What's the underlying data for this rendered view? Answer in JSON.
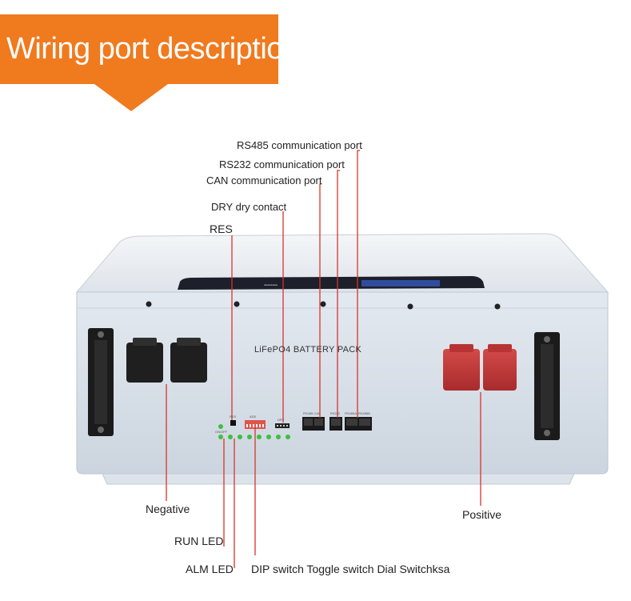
{
  "banner": {
    "title": "Wiring port description",
    "color": "#f07a1e"
  },
  "product": {
    "label": "LiFePO4 BATTERY PACK",
    "panel_labels": {
      "res": "RES",
      "onoff": "ON/OFF",
      "adr": "ADS",
      "dry": "DRY",
      "rs485_can": "RS485 CAN",
      "rs232": "RS232",
      "rs485a": "RS485A",
      "rs485b": "RS485B"
    }
  },
  "callouts": {
    "rs485": "RS485 communication port",
    "rs232": "RS232 communication port",
    "can": "CAN communication port",
    "dry": "DRY dry contact",
    "res": "RES",
    "negative": "Negative",
    "positive": "Positive",
    "run_led": "RUN LED",
    "alm_led": "ALM LED",
    "dip": "DIP switch Toggle switch Dial Switchksa"
  },
  "colors": {
    "leader_line": "#d9342b",
    "led_green": "#3fbf3f",
    "positive_cap": "#c2393a",
    "negative_cap": "#222222",
    "dip_switch": "#e0544c"
  }
}
